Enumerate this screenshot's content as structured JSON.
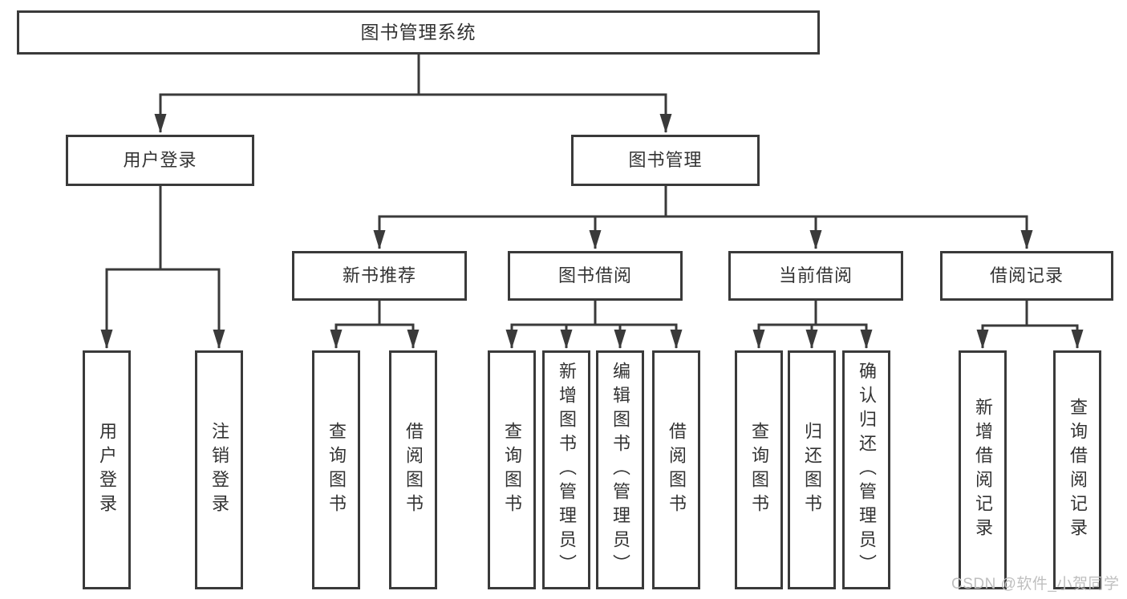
{
  "diagram": {
    "title": "图书管理系统",
    "root": {
      "label": "图书管理系统"
    },
    "branches": [
      {
        "label": "用户登录",
        "children": [
          {
            "label": "用户登录"
          },
          {
            "label": "注销登录"
          }
        ]
      },
      {
        "label": "图书管理",
        "children": [
          {
            "label": "新书推荐",
            "children": [
              {
                "label": "查询图书"
              },
              {
                "label": "借阅图书"
              }
            ]
          },
          {
            "label": "图书借阅",
            "children": [
              {
                "label": "查询图书"
              },
              {
                "label": "新增图书（管理员）"
              },
              {
                "label": "编辑图书（管理员）"
              },
              {
                "label": "借阅图书"
              }
            ]
          },
          {
            "label": "当前借阅",
            "children": [
              {
                "label": "查询图书"
              },
              {
                "label": "归还图书"
              },
              {
                "label": "确认归还（管理员）"
              }
            ]
          },
          {
            "label": "借阅记录",
            "children": [
              {
                "label": "新增借阅记录"
              },
              {
                "label": "查询借阅记录"
              }
            ]
          }
        ]
      }
    ]
  },
  "watermark": {
    "text": "CSDN @软件_小贺同学"
  },
  "colors": {
    "line": "#3a3a3a",
    "text": "#333333",
    "watermark": "#bfbfbf",
    "background": "#ffffff"
  }
}
